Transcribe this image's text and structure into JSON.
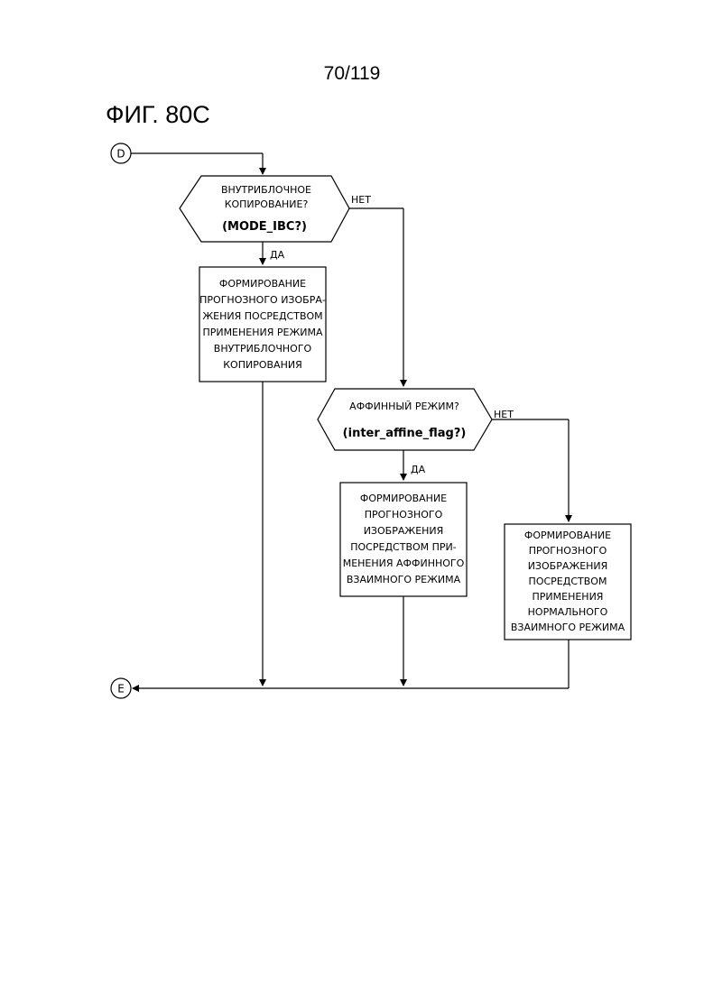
{
  "header": {
    "page_number": "70/119",
    "figure_title": "ФИГ. 80С"
  },
  "connectors": {
    "start": "D",
    "end": "E"
  },
  "decision1": {
    "lines": [
      "ВНУТРИБЛОЧНОЕ",
      "КОПИРОВАНИЕ?"
    ],
    "code": "(MODE_IBC?)",
    "yes": "ДА",
    "no": "НЕТ"
  },
  "process1": {
    "lines": [
      "ФОРМИРОВАНИЕ",
      "ПРОГНОЗНОГО ИЗОБРА-",
      "ЖЕНИЯ ПОСРЕДСТВОМ",
      "ПРИМЕНЕНИЯ РЕЖИМА",
      "ВНУТРИБЛОЧНОГО",
      "КОПИРОВАНИЯ"
    ]
  },
  "decision2": {
    "lines": [
      "АФФИННЫЙ РЕЖИМ?"
    ],
    "code": "(inter_affine_flag?)",
    "yes": "ДА",
    "no": "НЕТ"
  },
  "process2": {
    "lines": [
      "ФОРМИРОВАНИЕ",
      "ПРОГНОЗНОГО",
      "ИЗОБРАЖЕНИЯ",
      "ПОСРЕДСТВОМ ПРИ-",
      "МЕНЕНИЯ АФФИННОГО",
      "ВЗАИМНОГО РЕЖИМА"
    ]
  },
  "process3": {
    "lines": [
      "ФОРМИРОВАНИЕ",
      "ПРОГНОЗНОГО",
      "ИЗОБРАЖЕНИЯ",
      "ПОСРЕДСТВОМ",
      "ПРИМЕНЕНИЯ",
      "НОРМАЛЬНОГО",
      "ВЗАИМНОГО РЕЖИМА"
    ]
  }
}
